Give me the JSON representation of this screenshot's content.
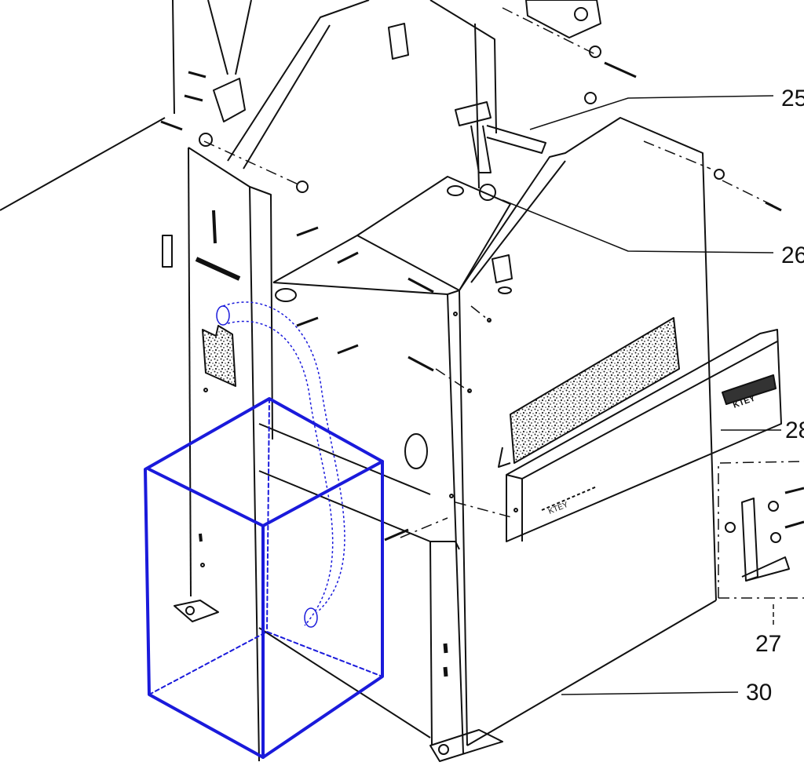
{
  "callouts": {
    "c25": "25",
    "c26": "26",
    "c28": "28",
    "c27": "27",
    "c30": "30"
  },
  "nameplates": {
    "front": "KTEY",
    "rail": "KTEY"
  },
  "colors": {
    "line": "#111111",
    "highlight": "#1a1adb",
    "background": "#ffffff"
  }
}
